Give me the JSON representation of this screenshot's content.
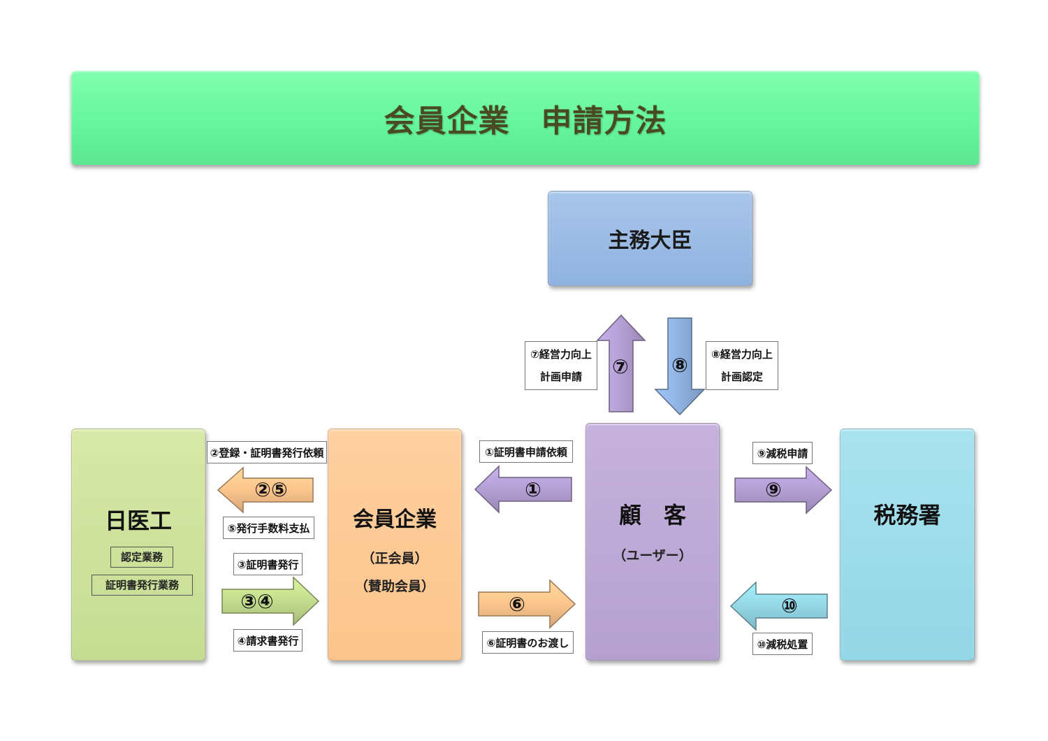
{
  "title": "会員企業　申請方法",
  "nodes": {
    "minister": "主務大臣",
    "nikko": {
      "name": "日医工",
      "tasks": [
        "認定業務",
        "証明書発行業務"
      ]
    },
    "member": {
      "name": "会員企業",
      "sub1": "（正会員）",
      "sub2": "（賛助会員）"
    },
    "customer": {
      "name": "顧　客",
      "sub": "（ユーザー）"
    },
    "tax": "税務署"
  },
  "arrows": {
    "a1": {
      "num": "①",
      "label": "①証明書申請依頼",
      "color": "#b49fd4"
    },
    "a25": {
      "num": "②⑤",
      "label_top": "②登録・証明書発行依頼",
      "label_bottom": "⑤発行手数料支払",
      "color": "#fbc48c"
    },
    "a34": {
      "num": "③④",
      "label_top": "③証明書発行",
      "label_bottom": "④請求書発行",
      "color": "#c3dc8e"
    },
    "a6": {
      "num": "⑥",
      "label": "⑥証明書のお渡し",
      "color": "#fbc48c"
    },
    "a7": {
      "num": "⑦",
      "label_l1": "⑦経営力向上",
      "label_l2": "計画申請",
      "color": "#b49fd4"
    },
    "a8": {
      "num": "⑧",
      "label_l1": "⑧経営力向上",
      "label_l2": "計画認定",
      "color": "#8fb2e0"
    },
    "a9": {
      "num": "⑨",
      "label": "⑨減税申請",
      "color": "#b49fd4"
    },
    "a10": {
      "num": "⑩",
      "label": "⑩減税処置",
      "color": "#94d7e6"
    }
  }
}
